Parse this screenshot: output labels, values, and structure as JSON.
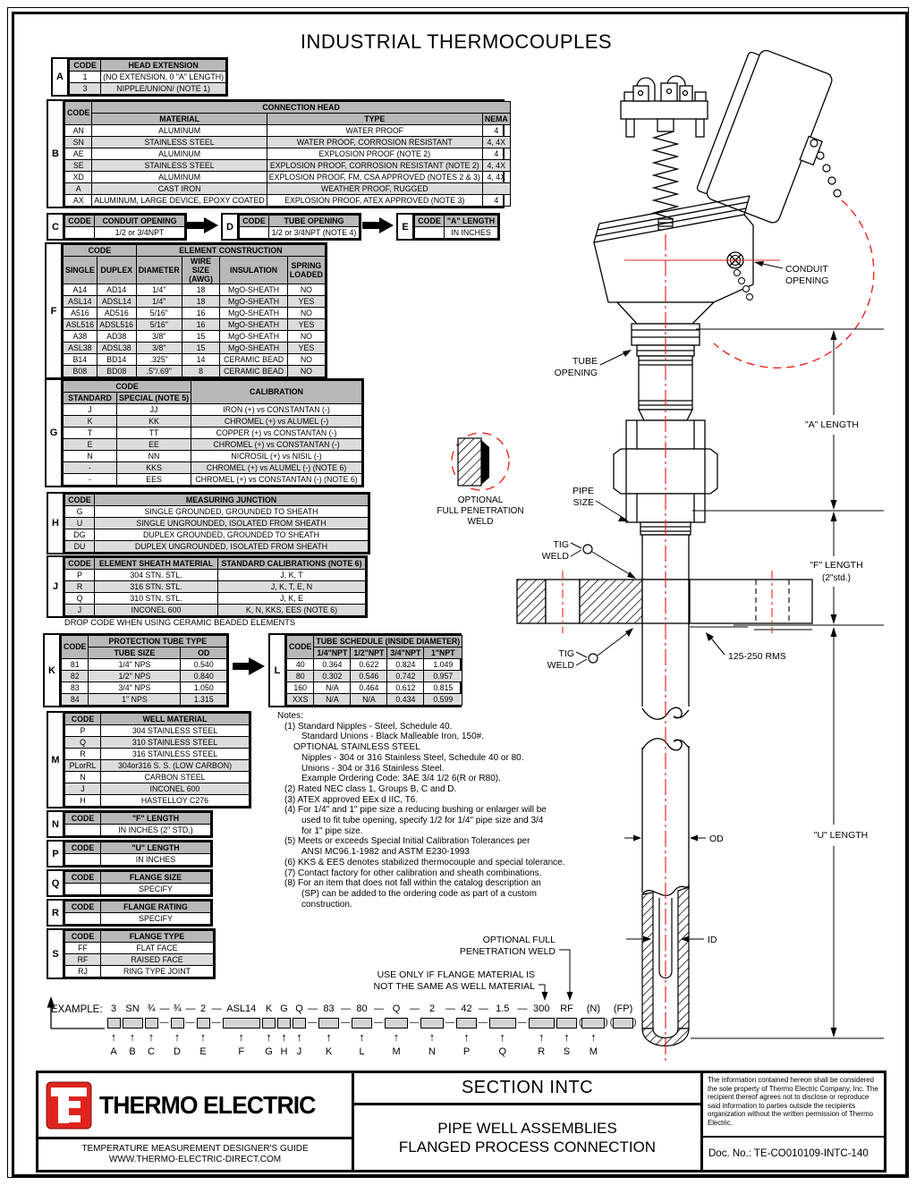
{
  "title": "INDUSTRIAL THERMOCOUPLES",
  "colors": {
    "accent_red": "#df2420",
    "drawing_red": "#f02520",
    "table_header": "#b8b8b8",
    "row_alt": "#dcdcdc",
    "example_box": "#d4d4d4"
  },
  "tables": {
    "A": {
      "letter": "A",
      "h": [
        "CODE",
        "HEAD EXTENSION"
      ],
      "rows": [
        [
          "1",
          "(NO EXTENSION, 0 \"A\" LENGTH)"
        ],
        [
          "3",
          "NIPPLE/UNION/ (NOTE 1)"
        ]
      ]
    },
    "B": {
      "letter": "B",
      "h1": [
        "CODE",
        "CONNECTION HEAD"
      ],
      "h2": [
        "MATERIAL",
        "TYPE",
        "NEMA"
      ],
      "rows": [
        [
          "AN",
          "ALUMINUM",
          "WATER PROOF",
          "4"
        ],
        [
          "SN",
          "STAINLESS STEEL",
          "WATER PROOF, CORROSION RESISTANT",
          "4, 4X"
        ],
        [
          "AE",
          "ALUMINUM",
          "EXPLOSION PROOF (NOTE 2)",
          "4"
        ],
        [
          "SE",
          "STAINLESS STEEL",
          "EXPLOSION PROOF, CORROSION RESISTANT (NOTE 2)",
          "4, 4X"
        ],
        [
          "XD",
          "ALUMINUM",
          "EXPLOSION PROOF, FM, CSA APPROVED (NOTES 2 & 3)",
          "4, 4X"
        ],
        [
          "A",
          "CAST IRON",
          "WEATHER PROOF, RUGGED",
          ""
        ],
        [
          "AX",
          "ALUMINUM, LARGE DEVICE, EPOXY COATED",
          "EXPLOSION PROOF, ATEX APPROVED (NOTE 3)",
          "4"
        ]
      ]
    },
    "C": {
      "letter": "C",
      "h": [
        "CODE",
        "CONDUIT OPENING"
      ],
      "rows": [
        [
          "",
          "1/2 or 3/4NPT"
        ]
      ]
    },
    "D": {
      "letter": "D",
      "h": [
        "CODE",
        "TUBE OPENING"
      ],
      "rows": [
        [
          "",
          "1/2 or 3/4NPT (NOTE 4)"
        ]
      ]
    },
    "E": {
      "letter": "E",
      "h": [
        "CODE",
        "\"A\" LENGTH"
      ],
      "rows": [
        [
          "",
          "IN INCHES"
        ]
      ]
    },
    "F": {
      "letter": "F",
      "h1": [
        "CODE",
        "ELEMENT CONSTRUCTION"
      ],
      "h2": [
        "SINGLE",
        "DUPLEX",
        "DIAMETER",
        "WIRE SIZE (AWG)",
        "INSULATION",
        "SPRING LOADED"
      ],
      "rows": [
        [
          "A14",
          "AD14",
          "1/4\"",
          "18",
          "MgO-SHEATH",
          "NO"
        ],
        [
          "ASL14",
          "ADSL14",
          "1/4\"",
          "18",
          "MgO-SHEATH",
          "YES"
        ],
        [
          "A516",
          "AD516",
          "5/16\"",
          "16",
          "MgO-SHEATH",
          "NO"
        ],
        [
          "ASL516",
          "ADSL516",
          "5/16\"",
          "16",
          "MgO-SHEATH",
          "YES"
        ],
        [
          "A38",
          "AD38",
          "3/8\"",
          "15",
          "MgO-SHEATH",
          "NO"
        ],
        [
          "ASL38",
          "ADSL38",
          "3/8\"",
          "15",
          "MgO-SHEATH",
          "YES"
        ],
        [
          "B14",
          "BD14",
          ".325\"",
          "14",
          "CERAMIC BEAD",
          "NO"
        ],
        [
          "B08",
          "BD08",
          ".5\"/.69\"",
          "8",
          "CERAMIC BEAD",
          "NO"
        ]
      ]
    },
    "G": {
      "letter": "G",
      "h1": [
        "CODE",
        "CALIBRATION"
      ],
      "h2": [
        "STANDARD",
        "SPECIAL (NOTE 5)"
      ],
      "rows": [
        [
          "J",
          "JJ",
          "IRON (+) vs CONSTANTAN (-)"
        ],
        [
          "K",
          "KK",
          "CHROMEL (+) vs ALUMEL (-)"
        ],
        [
          "T",
          "TT",
          "COPPER (+) vs CONSTANTAN (-)"
        ],
        [
          "E",
          "EE",
          "CHROMEL (+) vs CONSTANTAN (-)"
        ],
        [
          "N",
          "NN",
          "NICROSIL (+) vs NISIL (-)"
        ],
        [
          "-",
          "KKS",
          "CHROMEL (+) vs ALUMEL (-) (NOTE 6)"
        ],
        [
          "-",
          "EES",
          "CHROMEL (+) vs CONSTANTAN (-) (NOTE 6)"
        ]
      ]
    },
    "H": {
      "letter": "H",
      "h": [
        "CODE",
        "MEASURING JUNCTION"
      ],
      "rows": [
        [
          "G",
          "SINGLE GROUNDED, GROUNDED TO SHEATH"
        ],
        [
          "U",
          "SINGLE UNGROUNDED, ISOLATED FROM SHEATH"
        ],
        [
          "DG",
          "DUPLEX GROUNDED, GROUNDED TO SHEATH"
        ],
        [
          "DU",
          "DUPLEX UNGROUNDED, ISOLATED FROM SHEATH"
        ]
      ]
    },
    "J": {
      "letter": "J",
      "h": [
        "CODE",
        "ELEMENT SHEATH MATERIAL",
        "STANDARD CALIBRATIONS (NOTE 6)"
      ],
      "rows": [
        [
          "P",
          "304 STN. STL.",
          "J, K, T"
        ],
        [
          "R",
          "316 STN. STL.",
          "J, K, T, E, N"
        ],
        [
          "Q",
          "310 STN. STL.",
          "J, K, E"
        ],
        [
          "J",
          "INCONEL 600",
          "K, N, KKS, EES (NOTE 6)"
        ]
      ],
      "caption": "DROP CODE WHEN USING CERAMIC BEADED ELEMENTS"
    },
    "K": {
      "letter": "K",
      "h1": [
        "CODE",
        "PROTECTION TUBE TYPE"
      ],
      "h2": [
        "TUBE SIZE",
        "OD"
      ],
      "rows": [
        [
          "81",
          "1/4\" NPS",
          "0.540"
        ],
        [
          "82",
          "1/2\" NPS",
          "0.840"
        ],
        [
          "83",
          "3/4\" NPS",
          "1.050"
        ],
        [
          "84",
          "1\" NPS",
          "1.315"
        ]
      ]
    },
    "L": {
      "letter": "L",
      "h1": [
        "CODE",
        "TUBE SCHEDULE (INSIDE DIAMETER)"
      ],
      "h2": [
        "1/4\"NPT",
        "1/2\"NPT",
        "3/4\"NPT",
        "1\"NPT"
      ],
      "rows": [
        [
          "40",
          "0.364",
          "0.622",
          "0.824",
          "1.049"
        ],
        [
          "80",
          "0.302",
          "0.546",
          "0.742",
          "0.957"
        ],
        [
          "160",
          "N/A",
          "0.464",
          "0.612",
          "0.815"
        ],
        [
          "XXS",
          "N/A",
          "N/A",
          "0.434",
          "0.599"
        ]
      ]
    },
    "M": {
      "letter": "M",
      "h": [
        "CODE",
        "WELL MATERIAL"
      ],
      "rows": [
        [
          "P",
          "304 STAINLESS STEEL"
        ],
        [
          "Q",
          "310 STAINLESS STEEL"
        ],
        [
          "R",
          "316 STAINLESS STEEL"
        ],
        [
          "PLorRL",
          "304or316 S. S. (LOW CARBON)"
        ],
        [
          "N",
          "CARBON STEEL"
        ],
        [
          "J",
          "INCONEL 600"
        ],
        [
          "H",
          "HASTELLOY C276"
        ]
      ]
    },
    "N": {
      "letter": "N",
      "h": [
        "CODE",
        "\"F\" LENGTH"
      ],
      "rows": [
        [
          "",
          "IN INCHES (2\" STD.)"
        ]
      ]
    },
    "P": {
      "letter": "P",
      "h": [
        "CODE",
        "\"U\" LENGTH"
      ],
      "rows": [
        [
          "",
          "IN INCHES"
        ]
      ]
    },
    "Q": {
      "letter": "Q",
      "h": [
        "CODE",
        "FLANGE SIZE"
      ],
      "rows": [
        [
          "",
          "SPECIFY"
        ]
      ]
    },
    "R": {
      "letter": "R",
      "h": [
        "CODE",
        "FLANGE RATING"
      ],
      "rows": [
        [
          "",
          "SPECIFY"
        ]
      ]
    },
    "S": {
      "letter": "S",
      "h": [
        "CODE",
        "FLANGE TYPE"
      ],
      "rows": [
        [
          "FF",
          "FLAT FACE"
        ],
        [
          "RF",
          "RAISED FACE"
        ],
        [
          "RJ",
          "RING TYPE JOINT"
        ]
      ]
    }
  },
  "notes": [
    {
      "i": 0,
      "text": "Notes:"
    },
    {
      "i": 1,
      "text": "(1) Standard Nipples - Steel, Schedule 40."
    },
    {
      "i": 3,
      "text": "Standard Unions - Black Malleable Iron, 150#."
    },
    {
      "i": 2,
      "text": "OPTIONAL STAINLESS STEEL"
    },
    {
      "i": 3,
      "text": "Nipples - 304 or 316 Stainless Steel, Schedule 40 or 80."
    },
    {
      "i": 3,
      "text": "Unions - 304 or 316 Stainless Steel."
    },
    {
      "i": 3,
      "text": "Example Ordering Code: 3AE 3/4 1/2 6(R or R80)."
    },
    {
      "i": 1,
      "text": "(2) Rated NEC class 1, Groups B, C and D."
    },
    {
      "i": 1,
      "text": "(3) ATEX approved EEx d IIC, T6."
    },
    {
      "i": 1,
      "text": "(4) For 1/4\" and 1\" pipe size a reducing bushing or enlarger will be"
    },
    {
      "i": 3,
      "text": "used to fit tube opening, specify 1/2 for 1/4\" pipe size  and 3/4"
    },
    {
      "i": 3,
      "text": "for 1\" pipe size."
    },
    {
      "i": 1,
      "text": "(5) Meets or exceeds Special Initial Calibration Tolerances per"
    },
    {
      "i": 3,
      "text": "ANSI MC96.1-1982 and ASTM E230-1993"
    },
    {
      "i": 1,
      "text": "(6) KKS & EES denotes stabilized thermocouple and special tolerance."
    },
    {
      "i": 1,
      "text": "(7) Contact factory for other calibration and sheath combinations."
    },
    {
      "i": 1,
      "text": "(8) For an item that does not fall within the catalog description an"
    },
    {
      "i": 3,
      "text": "(SP) can be added to the ordering code as part of a custom"
    },
    {
      "i": 3,
      "text": "construction."
    }
  ],
  "drawing": {
    "conduit_opening": {
      "l1": "CONDUIT",
      "l2": "OPENING"
    },
    "tube_opening": {
      "l1": "TUBE",
      "l2": "OPENING"
    },
    "a_length": "\"A\" LENGTH",
    "pipe_size": {
      "l1": "PIPE",
      "l2": "SIZE"
    },
    "tig_weld": {
      "l1": "TIG",
      "l2": "WELD"
    },
    "f_length": {
      "l1": "\"F\" LENGTH",
      "l2": "(2\"std.)"
    },
    "rms": "125-250 RMS",
    "od": "OD",
    "u_length": "\"U\" LENGTH",
    "id": "ID",
    "opt_weld_detail": {
      "l1": "OPTIONAL",
      "l2": "FULL PENETRATION",
      "l3": "WELD"
    },
    "opt_weld_note": {
      "l1": "OPTIONAL FULL",
      "l2": "PENETRATION WELD"
    },
    "flange_note": {
      "l1": "USE ONLY IF FLANGE MATERIAL IS",
      "l2": "NOT THE SAME AS WELL MATERIAL"
    }
  },
  "example": {
    "prefix": "EXAMPLE:",
    "items": [
      {
        "t": "3",
        "l": "A"
      },
      {
        "t": "SN",
        "l": "B"
      },
      {
        "t": "¾",
        "l": "C"
      },
      {
        "dash": true
      },
      {
        "t": "¾",
        "l": "D"
      },
      {
        "dash": true
      },
      {
        "t": "2",
        "l": "E"
      },
      {
        "dash": true
      },
      {
        "t": "ASL14",
        "l": "F"
      },
      {
        "t": "K",
        "l": "G"
      },
      {
        "t": "G",
        "l": "H"
      },
      {
        "t": "Q",
        "l": "J"
      },
      {
        "dash": true
      },
      {
        "t": "83",
        "l": "K"
      },
      {
        "dash": true
      },
      {
        "t": "80",
        "l": "L"
      },
      {
        "dash": true
      },
      {
        "t": "Q",
        "l": "M"
      },
      {
        "dash": true
      },
      {
        "t": "2",
        "l": "N"
      },
      {
        "dash": true
      },
      {
        "t": "42",
        "l": "P"
      },
      {
        "dash": true
      },
      {
        "t": "1.5",
        "l": "Q"
      },
      {
        "dash": true
      },
      {
        "t": "300",
        "l": "R"
      },
      {
        "t": "RF",
        "l": "S"
      },
      {
        "t": "(N)",
        "l": "M",
        "paren": true
      },
      {
        "t": "(FP)",
        "l": "",
        "paren": true
      }
    ]
  },
  "footer": {
    "brand": "THERMO ELECTRIC",
    "tagline1": "TEMPERATURE MEASUREMENT DESIGNER'S GUIDE",
    "tagline2": "WWW.THERMO-ELECTRIC-DIRECT.COM",
    "section": "SECTION INTC",
    "product1": "PIPE WELL ASSEMBLIES",
    "product2": "FLANGED PROCESS CONNECTION",
    "legal": "The information contained hereon shall be considered the sole property of Thermo Electric Company, Inc. The recipient thereof agrees not to disclose or reproduce said information to parties outside the recipients organization without the written permission of Thermo Electric.",
    "doc_no": "Doc. No.: TE-CO010109-INTC-140"
  }
}
